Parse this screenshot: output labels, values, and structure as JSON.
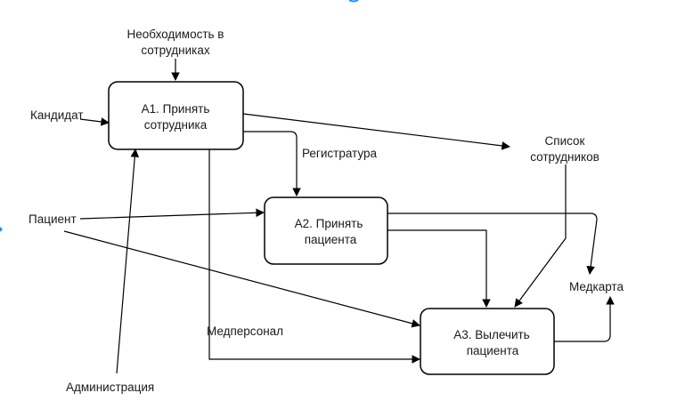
{
  "boxes": {
    "a1": {
      "line1": "А1. Принять",
      "line2": "сотрудника"
    },
    "a2": {
      "line1": "А2. Принять",
      "line2": "пациента"
    },
    "a3": {
      "line1": "А3. Вылечить",
      "line2": "пациента"
    }
  },
  "labels": {
    "need_line1": "Необходимость в",
    "need_line2": "сотрудниках",
    "candidate": "Кандидат",
    "registry": "Регистратура",
    "staff_list_line1": "Список",
    "staff_list_line2": "сотрудников",
    "patient": "Пациент",
    "medcard": "Медкарта",
    "medstaff": "Медперсонал",
    "administration": "Администрация"
  },
  "colors": {
    "stroke": "#000000",
    "accent": "#1e90ff"
  }
}
